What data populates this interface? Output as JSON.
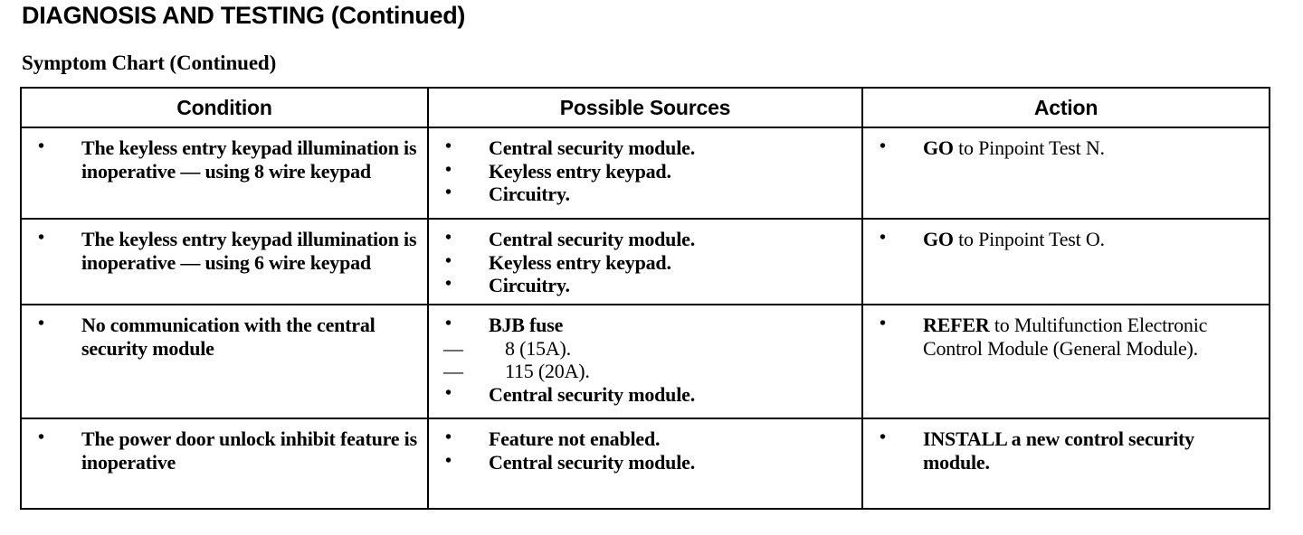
{
  "document": {
    "title": "DIAGNOSIS AND TESTING (Continued)",
    "subtitle": "Symptom Chart (Continued)"
  },
  "table": {
    "headers": {
      "condition": "Condition",
      "sources": "Possible Sources",
      "action": "Action"
    },
    "rows": [
      {
        "condition": [
          "The keyless entry keypad illumination is inoperative — using 8 wire keypad"
        ],
        "sources": [
          "Central security module.",
          "Keyless entry keypad.",
          "Circuitry."
        ],
        "action": {
          "verb": "GO",
          "rest": " to Pinpoint Test N."
        }
      },
      {
        "condition": [
          "The keyless entry keypad illumination is inoperative — using 6 wire keypad"
        ],
        "sources": [
          "Central security module.",
          "Keyless entry keypad.",
          "Circuitry."
        ],
        "action": {
          "verb": "GO",
          "rest": " to Pinpoint Test O."
        }
      },
      {
        "condition": [
          "No communication with the central security module"
        ],
        "sources": [
          "BJB fuse",
          "Central security module."
        ],
        "sub_items": [
          "8 (15A).",
          "115 (20A)."
        ],
        "action": {
          "verb": "REFER",
          "rest": " to Multifunction Electronic Control Module (General Module)."
        }
      },
      {
        "condition": [
          "The power door unlock inhibit feature is inoperative"
        ],
        "sources": [
          "Feature not enabled.",
          "Central security module."
        ],
        "action": {
          "verb": "INSTALL",
          "rest": " a new control security module."
        }
      }
    ]
  }
}
